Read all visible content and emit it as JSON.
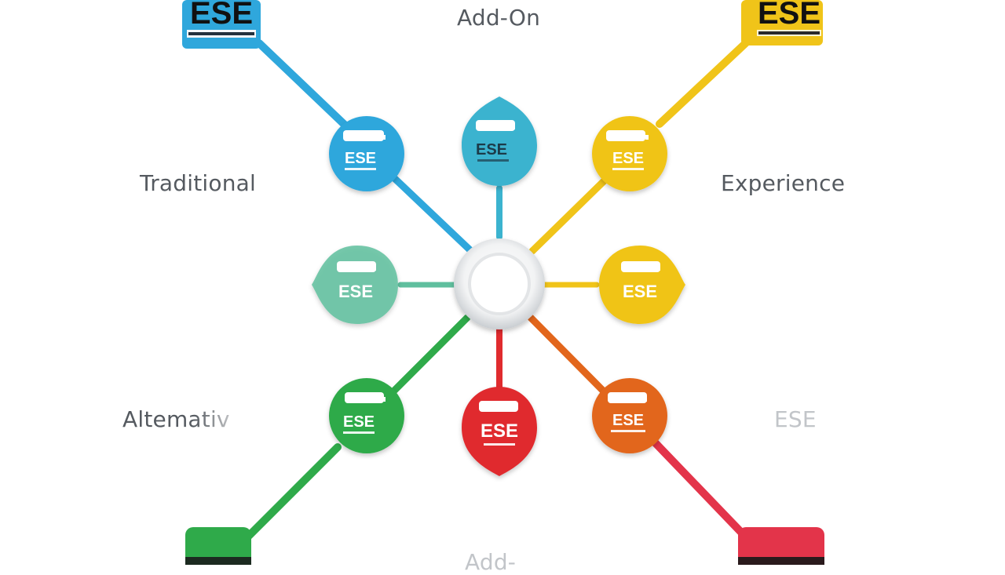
{
  "labels": {
    "top": "Add-On",
    "left_upper": "Traditional",
    "right_upper": "Experience",
    "left_lower": "Altemativ",
    "right_lower": "ESE",
    "bottom": "Add-"
  },
  "logo_text": "ESE",
  "colors": {
    "blue": "#2fa7dc",
    "teal": "#3bb3cf",
    "mint": "#5fbf9e",
    "yellow": "#f0c419",
    "orange": "#e2661c",
    "red": "#e02b2e",
    "green": "#2faa4a",
    "hub": "#ffffff",
    "text": "#555a60"
  }
}
